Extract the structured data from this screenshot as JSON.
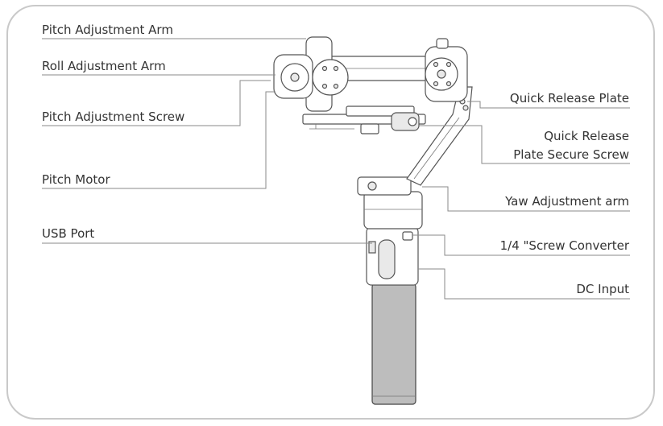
{
  "labels": {
    "pitch_adjustment_arm": "Pitch Adjustment Arm",
    "roll_adjustment_arm": "Roll Adjustment Arm",
    "pitch_adjustment_screw": "Pitch Adjustment Screw",
    "pitch_motor": "Pitch Motor",
    "usb_port": "USB Port",
    "quick_release_plate": "Quick Release Plate",
    "quick_release_plate_secure_screw_line1": "Quick Release",
    "quick_release_plate_secure_screw_line2": "Plate Secure Screw",
    "yaw_adjustment_arm": "Yaw Adjustment arm",
    "screw_converter": "1/4 \"Screw Converter",
    "dc_input": "DC Input"
  },
  "colors": {
    "frame": "#c9c9c9",
    "text": "#333333",
    "leader": "#8a8a8a"
  }
}
